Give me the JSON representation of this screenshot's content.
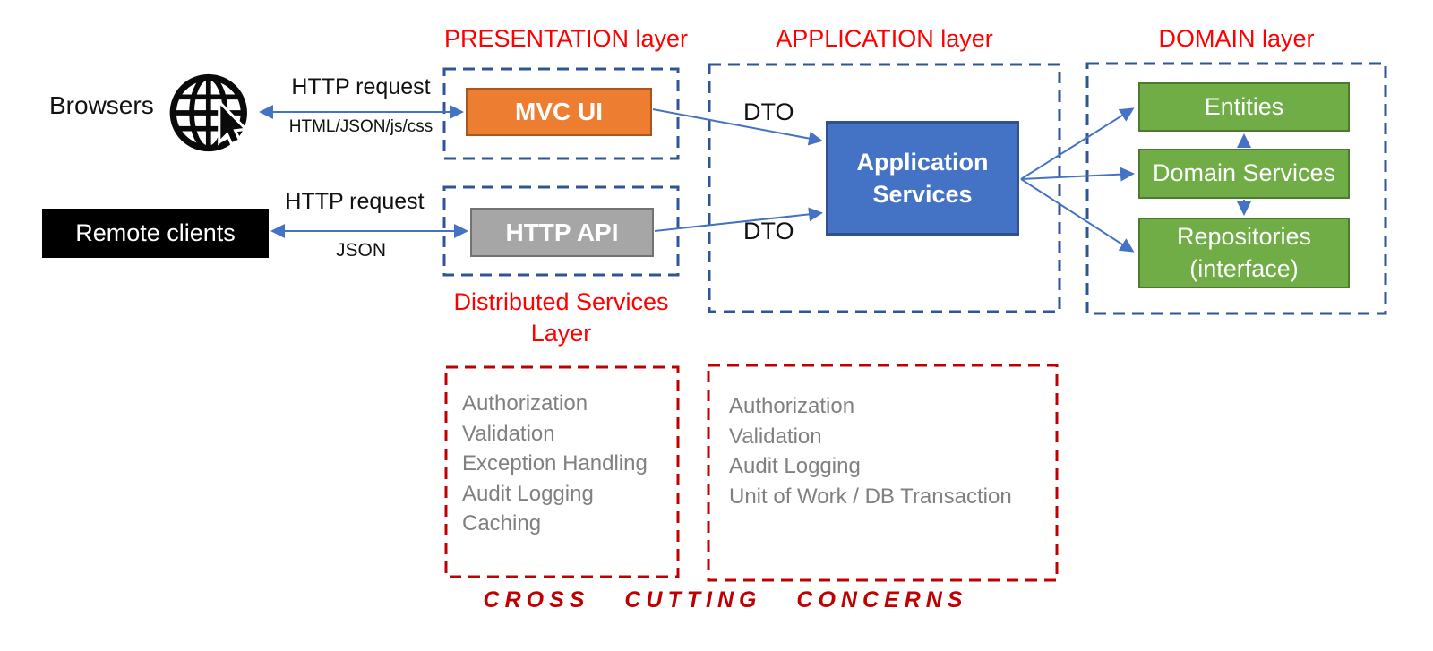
{
  "titles": {
    "presentation": "PRESENTATION layer",
    "application": "APPLICATION layer",
    "domain": "DOMAIN layer",
    "distributed_services": "Distributed Services Layer"
  },
  "clients": {
    "browsers_label": "Browsers",
    "remote_clients_label": "Remote clients"
  },
  "icons": {
    "browsers": "globe-with-cursor-icon"
  },
  "connections": {
    "browser_request": "HTTP request",
    "browser_response": "HTML/JSON/js/css",
    "remote_request": "HTTP request",
    "remote_response": "JSON",
    "dto_top": "DTO",
    "dto_bottom": "DTO"
  },
  "boxes": {
    "mvc_ui": "MVC UI",
    "http_api": "HTTP API",
    "application_services": "Application Services",
    "entities": "Entities",
    "domain_services": "Domain Services",
    "repositories": "Repositories (interface)"
  },
  "cross_cutting": {
    "title": "CROSS CUTTING CONCERNS",
    "left_items": [
      "Authorization",
      "Validation",
      "Exception Handling",
      "Audit Logging",
      "Caching"
    ],
    "right_items": [
      "Authorization",
      "Validation",
      "Audit Logging",
      "Unit of Work / DB Transaction"
    ]
  },
  "colors": {
    "title_red": "#FF0000",
    "dashed_red": "#C00000",
    "dashed_blue": "#2F5597",
    "arrow_blue": "#4472C4",
    "accent_orange": "#ED7D31",
    "accent_gray": "#A6A6A6",
    "accent_blue": "#4472C4",
    "accent_green": "#70AD47",
    "gray_text": "#808080"
  }
}
